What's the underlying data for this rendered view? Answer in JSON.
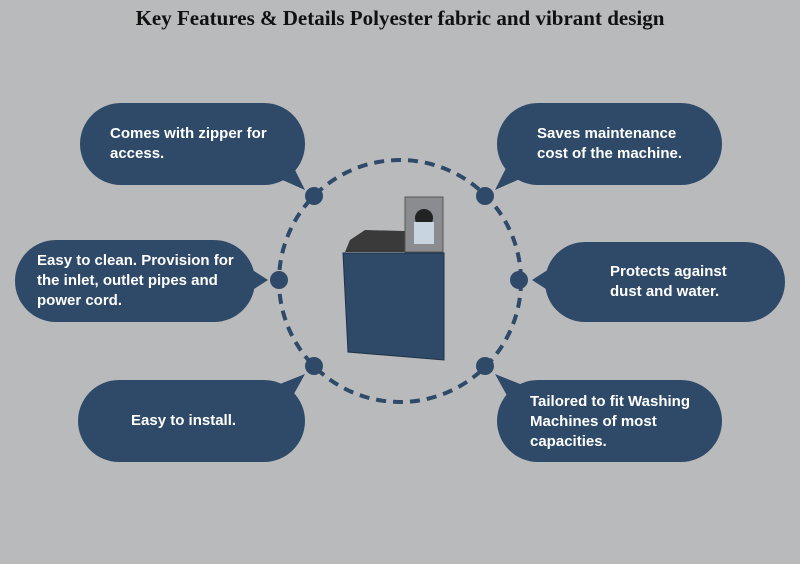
{
  "title": "Key Features & Details Polyester fabric and vibrant design",
  "features": [
    {
      "text": "Comes with zipper for access."
    },
    {
      "text": "Saves maintenance cost of the machine."
    },
    {
      "text": "Easy to clean. Provision for the inlet, outlet pipes and power cord."
    },
    {
      "text": "Protects against dust and water."
    },
    {
      "text": "Easy to install."
    },
    {
      "text": "Tailored to fit Washing Machines of most capacities."
    }
  ],
  "colors": {
    "bubble": "#2f4a68",
    "background": "#b9babc"
  }
}
